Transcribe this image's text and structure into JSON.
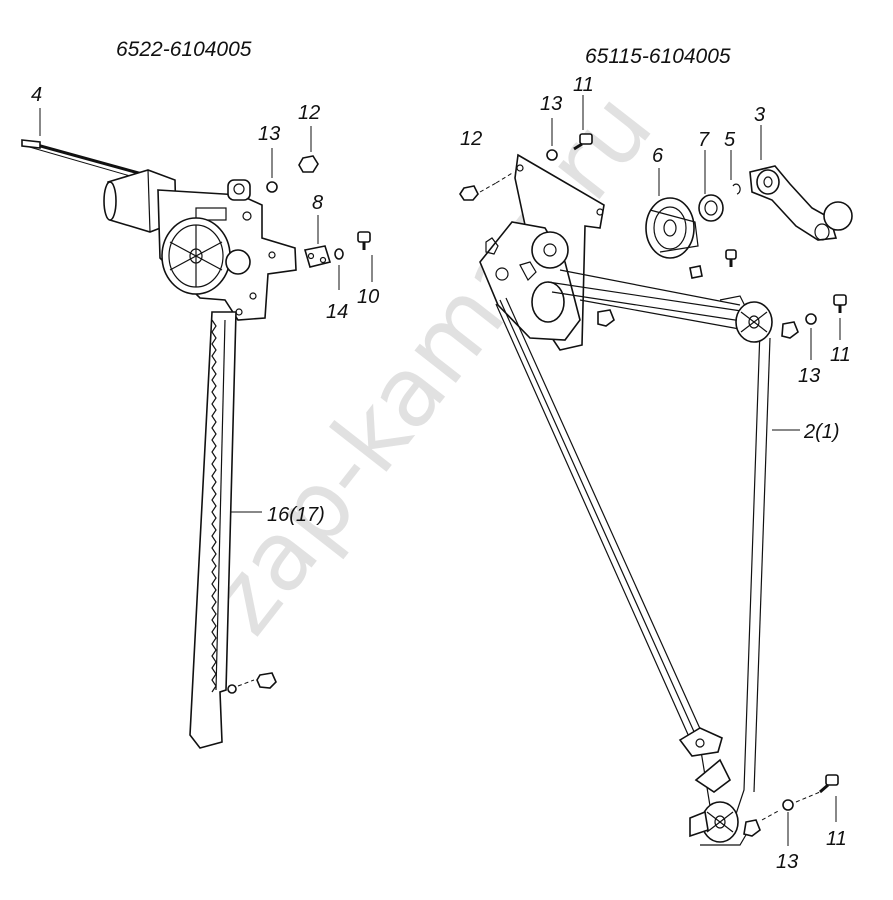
{
  "titles": {
    "left": "6522-6104005",
    "right": "65115-6104005"
  },
  "watermark": "zap-kamaz.ru",
  "labels": {
    "l4": "4",
    "l13a": "13",
    "l12a": "12",
    "l8": "8",
    "l14": "14",
    "l10": "10",
    "l16": "16(17)",
    "l12b": "12",
    "l13b": "13",
    "l11a": "11",
    "l6": "6",
    "l7": "7",
    "l5": "5",
    "l3": "3",
    "l13c": "13",
    "l11b": "11",
    "l21": "2(1)",
    "l13d": "13",
    "l11c": "11"
  }
}
